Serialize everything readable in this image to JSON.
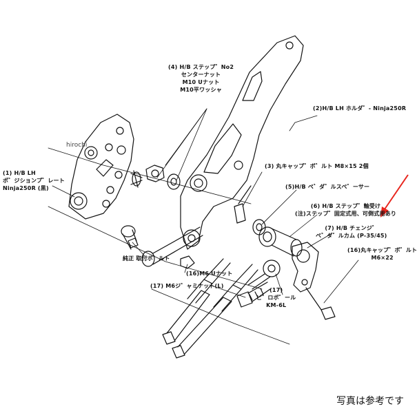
{
  "watermark": "hirochi",
  "caption": "写真は参考です",
  "colors": {
    "line": "#111111",
    "arrow": "#e8261e",
    "background": "#ffffff"
  },
  "labels": {
    "part4": [
      "(4) H/B ステップ゛No2",
      "センターナット",
      "M10 Uナット",
      "M10平ワッシャ"
    ],
    "part2": "(2)H/B LH ホルダ゛- Ninja250R",
    "part1": [
      "(1) H/B LH",
      "ポ゛ジションプ゛レート",
      "Ninja250R (黒)"
    ],
    "part3": "(3) 丸キャップ゛ボ゛ルト M8×15 2個",
    "part5": "(5)H/B ペ゛ダ゛ルスペ゛ーサー",
    "part6": [
      "(6) H/B ステップ゛軸受け",
      "(注)ステップ゛固定式用、可倒式用あり"
    ],
    "part7": [
      "(7) H/B チェンジ゛",
      "ペ゛ダ゛ルカム (P-35/45)"
    ],
    "part16a": [
      "(16)丸キャップ゛ボ゛ルト",
      "M6×22"
    ],
    "part16b": "(16)M6 Uナット",
    "part17a": "(17) M6ジ゛ャミナット(L)",
    "part17b": [
      "(17)",
      "ピ゛ロボ゛ール",
      "KM-6L"
    ],
    "junsei": "純正 取付ボ゛ルト"
  }
}
